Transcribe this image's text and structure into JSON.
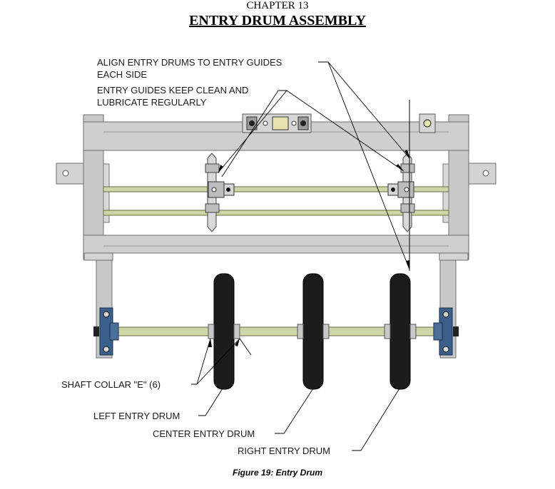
{
  "header": {
    "chapter": "CHAPTER 13",
    "title": "ENTRY DRUM ASSEMBLY"
  },
  "labels": {
    "align_line1": "ALIGN ENTRY DRUMS TO ENTRY GUIDES",
    "align_line2": "EACH SIDE",
    "guides_line1": "ENTRY GUIDES KEEP CLEAN AND",
    "guides_line2": "LUBRICATE REGULARLY",
    "shaft_collar": "SHAFT COLLAR \"E\" (6)",
    "left_drum": "LEFT ENTRY DRUM",
    "center_drum": "CENTER ENTRY DRUM",
    "right_drum": "RIGHT ENTRY DRUM"
  },
  "caption": "Figure 19:  Entry Drum",
  "colors": {
    "frame": "#c8c8c8",
    "frame_edge": "#6e6e6e",
    "shaft": "#cfd6a6",
    "drum": "#1c1c1c",
    "bearing": "#3a5f8a"
  }
}
